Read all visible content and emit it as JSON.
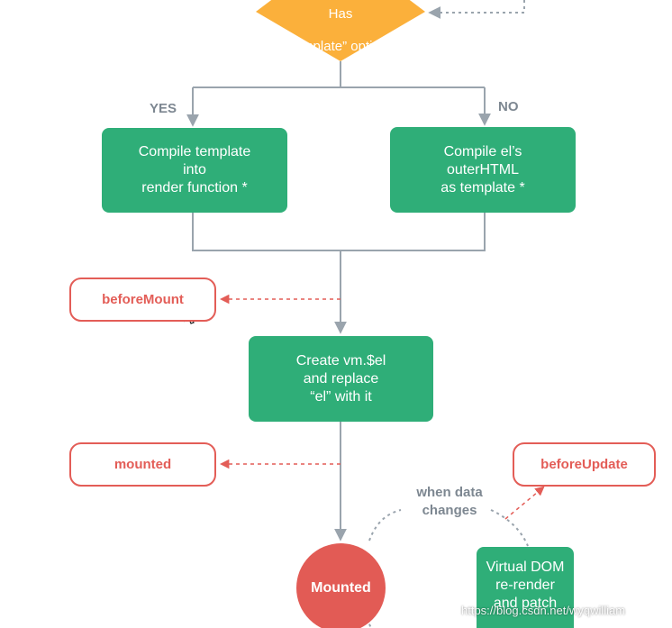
{
  "decision": {
    "line1": "Has",
    "line2": "“template” option?"
  },
  "branches": {
    "yes": "YES",
    "no": "NO"
  },
  "steps": {
    "compile_template": "Compile template\ninto\nrender function *",
    "compile_el": "Compile el’s\nouterHTML\nas template *",
    "create_el": "Create vm.$el\nand replace\n“el” with it",
    "virtual_dom": "Virtual DOM\nre-render\nand patch"
  },
  "hooks": {
    "before_mount": "beforeMount",
    "mounted": "mounted",
    "before_update": "beforeUpdate"
  },
  "state": {
    "mounted": "Mounted"
  },
  "note": {
    "when_data_changes": "when data\nchanges"
  },
  "watermark": "https://blog.csdn.net/wyqwilliam",
  "colors": {
    "decision": "#fbb03b",
    "step": "#2fae78",
    "hook": "#e35d57",
    "state": "#e25b55",
    "connector": "#9aa4ad"
  }
}
